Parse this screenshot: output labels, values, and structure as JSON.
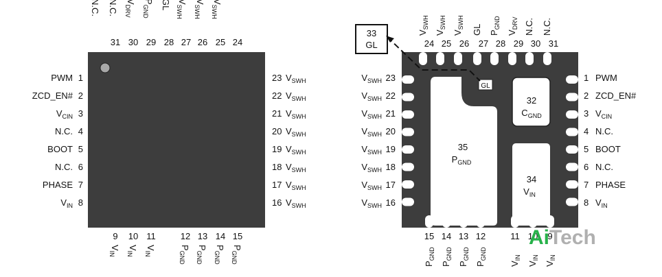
{
  "top_view": {
    "left_pins": [
      {
        "num": "1",
        "name": "PWM",
        "sub": ""
      },
      {
        "num": "2",
        "name": "ZCD_EN#",
        "sub": ""
      },
      {
        "num": "3",
        "name": "V",
        "sub": "CIN"
      },
      {
        "num": "4",
        "name": "N.C.",
        "sub": ""
      },
      {
        "num": "5",
        "name": "BOOT",
        "sub": ""
      },
      {
        "num": "6",
        "name": "N.C.",
        "sub": ""
      },
      {
        "num": "7",
        "name": "PHASE",
        "sub": ""
      },
      {
        "num": "8",
        "name": "V",
        "sub": "IN"
      }
    ],
    "right_pins": [
      {
        "num": "23",
        "name": "V",
        "sub": "SWH"
      },
      {
        "num": "22",
        "name": "V",
        "sub": "SWH"
      },
      {
        "num": "21",
        "name": "V",
        "sub": "SWH"
      },
      {
        "num": "20",
        "name": "V",
        "sub": "SWH"
      },
      {
        "num": "19",
        "name": "V",
        "sub": "SWH"
      },
      {
        "num": "18",
        "name": "V",
        "sub": "SWH"
      },
      {
        "num": "17",
        "name": "V",
        "sub": "SWH"
      },
      {
        "num": "16",
        "name": "V",
        "sub": "SWH"
      }
    ],
    "top_pins": [
      {
        "num": "31",
        "name": "N.C.",
        "sub": ""
      },
      {
        "num": "30",
        "name": "N.C.",
        "sub": ""
      },
      {
        "num": "29",
        "name": "V",
        "sub": "DRV"
      },
      {
        "num": "28",
        "name": "P",
        "sub": "GND"
      },
      {
        "num": "27",
        "name": "GL",
        "sub": ""
      },
      {
        "num": "26",
        "name": "V",
        "sub": "SWH"
      },
      {
        "num": "25",
        "name": "V",
        "sub": "SWH"
      },
      {
        "num": "24",
        "name": "V",
        "sub": "SWH"
      }
    ],
    "bottom_pins": [
      {
        "num": "9",
        "name": "V",
        "sub": "IN"
      },
      {
        "num": "10",
        "name": "V",
        "sub": "IN"
      },
      {
        "num": "11",
        "name": "V",
        "sub": "IN"
      },
      {
        "num": "12",
        "name": "P",
        "sub": "GND"
      },
      {
        "num": "13",
        "name": "P",
        "sub": "GND"
      },
      {
        "num": "14",
        "name": "P",
        "sub": "GND"
      },
      {
        "num": "15",
        "name": "P",
        "sub": "GND"
      }
    ]
  },
  "bottom_view": {
    "left_pins": [
      {
        "num": "23",
        "name": "V",
        "sub": "SWH"
      },
      {
        "num": "22",
        "name": "V",
        "sub": "SWH"
      },
      {
        "num": "21",
        "name": "V",
        "sub": "SWH"
      },
      {
        "num": "20",
        "name": "V",
        "sub": "SWH"
      },
      {
        "num": "19",
        "name": "V",
        "sub": "SWH"
      },
      {
        "num": "18",
        "name": "V",
        "sub": "SWH"
      },
      {
        "num": "17",
        "name": "V",
        "sub": "SWH"
      },
      {
        "num": "16",
        "name": "V",
        "sub": "SWH"
      }
    ],
    "right_pins": [
      {
        "num": "1",
        "name": "PWM",
        "sub": ""
      },
      {
        "num": "2",
        "name": "ZCD_EN#",
        "sub": ""
      },
      {
        "num": "3",
        "name": "V",
        "sub": "CIN"
      },
      {
        "num": "4",
        "name": "N.C.",
        "sub": ""
      },
      {
        "num": "5",
        "name": "BOOT",
        "sub": ""
      },
      {
        "num": "6",
        "name": "N.C.",
        "sub": ""
      },
      {
        "num": "7",
        "name": "PHASE",
        "sub": ""
      },
      {
        "num": "8",
        "name": "V",
        "sub": "IN"
      }
    ],
    "top_pins": [
      {
        "num": "24",
        "name": "V",
        "sub": "SWH"
      },
      {
        "num": "25",
        "name": "V",
        "sub": "SWH"
      },
      {
        "num": "26",
        "name": "V",
        "sub": "SWH"
      },
      {
        "num": "27",
        "name": "GL",
        "sub": ""
      },
      {
        "num": "28",
        "name": "P",
        "sub": "GND"
      },
      {
        "num": "29",
        "name": "V",
        "sub": "DRV"
      },
      {
        "num": "30",
        "name": "N.C.",
        "sub": ""
      },
      {
        "num": "31",
        "name": "N.C.",
        "sub": ""
      }
    ],
    "bottom_pins": [
      {
        "num": "15",
        "name": "P",
        "sub": "GND"
      },
      {
        "num": "14",
        "name": "P",
        "sub": "GND"
      },
      {
        "num": "13",
        "name": "P",
        "sub": "GND"
      },
      {
        "num": "12",
        "name": "P",
        "sub": "GND"
      },
      {
        "num": "11",
        "name": "V",
        "sub": "IN"
      },
      {
        "num": "10",
        "name": "V",
        "sub": "IN"
      },
      {
        "num": "9",
        "name": "V",
        "sub": "IN"
      }
    ],
    "pads": {
      "p32": {
        "num": "32",
        "name": "C",
        "sub": "GND"
      },
      "p33": {
        "num": "33",
        "name": "GL"
      },
      "p34": {
        "num": "34",
        "name": "V",
        "sub": "IN"
      },
      "p35": {
        "num": "35",
        "name": "P",
        "sub": "GND"
      },
      "gl_small": "GL"
    }
  },
  "logo": {
    "part1": "Ai",
    "part2": "Tech"
  },
  "colors": {
    "package": "#3d3d3d",
    "pad": "#ffffff",
    "logo_green": "#27b24a",
    "logo_gray": "#b0b0b0"
  }
}
